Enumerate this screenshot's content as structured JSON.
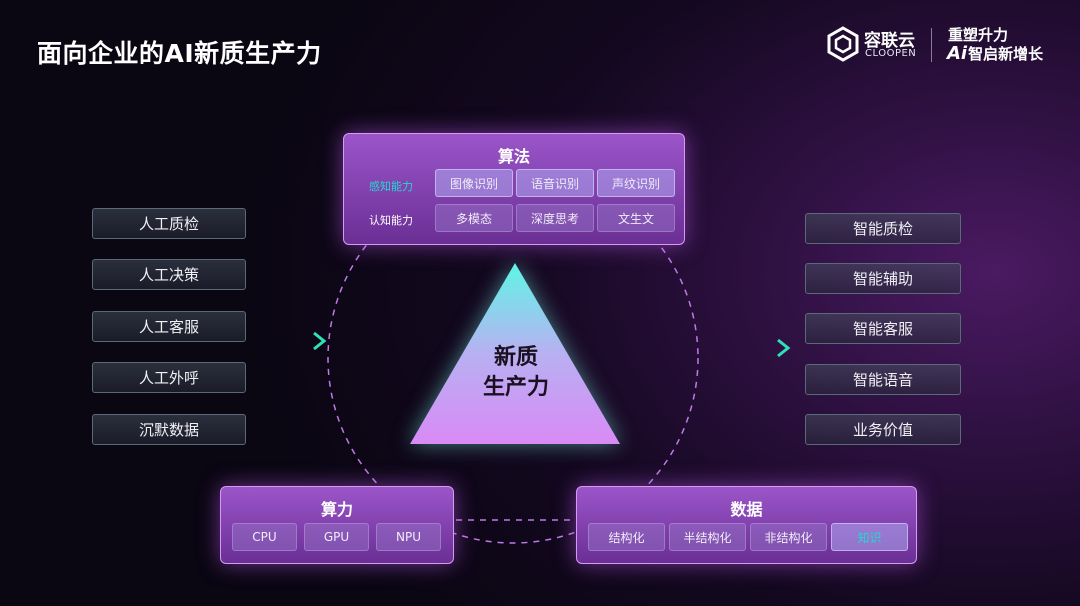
{
  "header": {
    "title": "面向企业的AI新质生产力"
  },
  "brand": {
    "name_cn": "容联云",
    "name_en": "CLOOPEN",
    "slogan_line1": "重塑升力",
    "slogan_ai": "Ai",
    "slogan_line2": "智启新增长"
  },
  "inputs": [
    "人工质检",
    "人工决策",
    "人工客服",
    "人工外呼",
    "沉默数据"
  ],
  "outputs": [
    "智能质检",
    "智能辅助",
    "智能客服",
    "智能语音",
    "业务价值"
  ],
  "center": {
    "line1": "新质",
    "line2": "生产力"
  },
  "algorithm": {
    "title": "算法",
    "rows": [
      {
        "label": "感知能力",
        "label_color": "#22d8d0",
        "items": [
          "图像识别",
          "语音识别",
          "声纹识别"
        ]
      },
      {
        "label": "认知能力",
        "label_color": "#ffffff",
        "items": [
          "多模态",
          "深度思考",
          "文生文"
        ]
      }
    ]
  },
  "compute": {
    "title": "算力",
    "items": [
      "CPU",
      "GPU",
      "NPU"
    ]
  },
  "data": {
    "title": "数据",
    "items": [
      "结构化",
      "半结构化",
      "非结构化",
      "知识"
    ],
    "highlight_color": "#22d8d0"
  },
  "colors": {
    "accent_teal": "#2ee0b8",
    "panel_purple": "#8a45bd",
    "dash": "#c07ae8"
  }
}
